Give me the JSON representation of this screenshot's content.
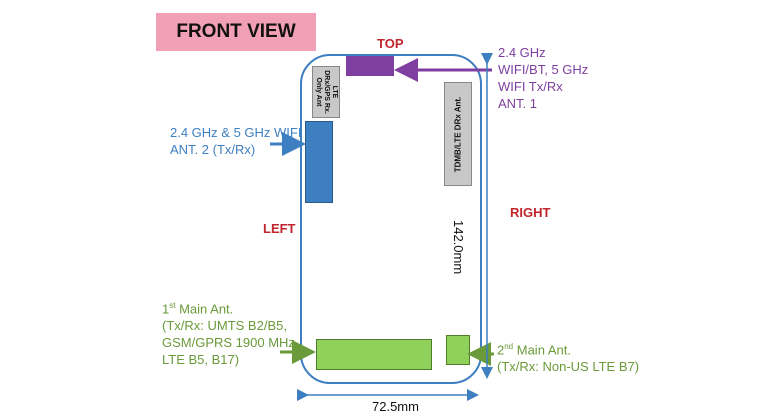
{
  "title": "FRONT VIEW",
  "labels": {
    "top": "TOP",
    "left": "LEFT",
    "right": "RIGHT"
  },
  "antennas": {
    "wifi_ant1": {
      "lines": [
        "2.4 GHz",
        "WIFI/BT, 5 GHz",
        "WIFI Tx/Rx",
        "ANT. 1"
      ]
    },
    "wifi_ant2": {
      "lines": [
        "2.4 GHz & 5 GHz WIFI",
        "ANT. 2 (Tx/Rx)"
      ]
    },
    "main1": {
      "ordinal": "1",
      "sup": "st",
      "heading": " Main Ant.",
      "lines": [
        "(Tx/Rx: UMTS B2/B5,",
        "GSM/GPRS 1900 MHz,",
        "LTE B5, B17)"
      ]
    },
    "main2": {
      "ordinal": "2",
      "sup": "nd",
      "heading": " Main Ant.",
      "lines": [
        "(Tx/Rx: Non-US LTE B7)"
      ]
    },
    "lte_gps": {
      "lines": [
        "LTE",
        "DRx/GPS Rx.",
        "Only Ant"
      ]
    },
    "tdmb": {
      "text": "TDMB/LTE DRx Ant."
    }
  },
  "dimensions": {
    "height": "142.0mm",
    "width": "72.5mm"
  },
  "colors": {
    "title_bg": "#f2a0b5",
    "purple": "#7e3fa0",
    "blue": "#3d7fc1",
    "green": "#8fd15a",
    "grey": "#c8c8c8",
    "red": "#c0262c"
  }
}
